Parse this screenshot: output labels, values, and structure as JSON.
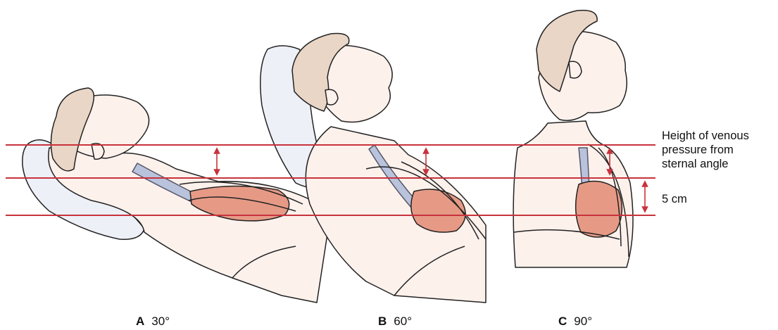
{
  "annotations": {
    "venous_height_lines": [
      "Height of venous",
      "pressure from",
      "sternal angle"
    ],
    "distance": "5 cm"
  },
  "panels": [
    {
      "letter": "A",
      "angle": "30°"
    },
    {
      "letter": "B",
      "angle": "60°"
    },
    {
      "letter": "C",
      "angle": "90°"
    }
  ],
  "colors": {
    "reference_line": "#c8323c",
    "skin": "#fdf1ec",
    "hair": "#ead6c6",
    "heart": "#e69a86",
    "vein": "#b9c3dc",
    "pillow": "#eef0f7",
    "outline": "#222222"
  }
}
